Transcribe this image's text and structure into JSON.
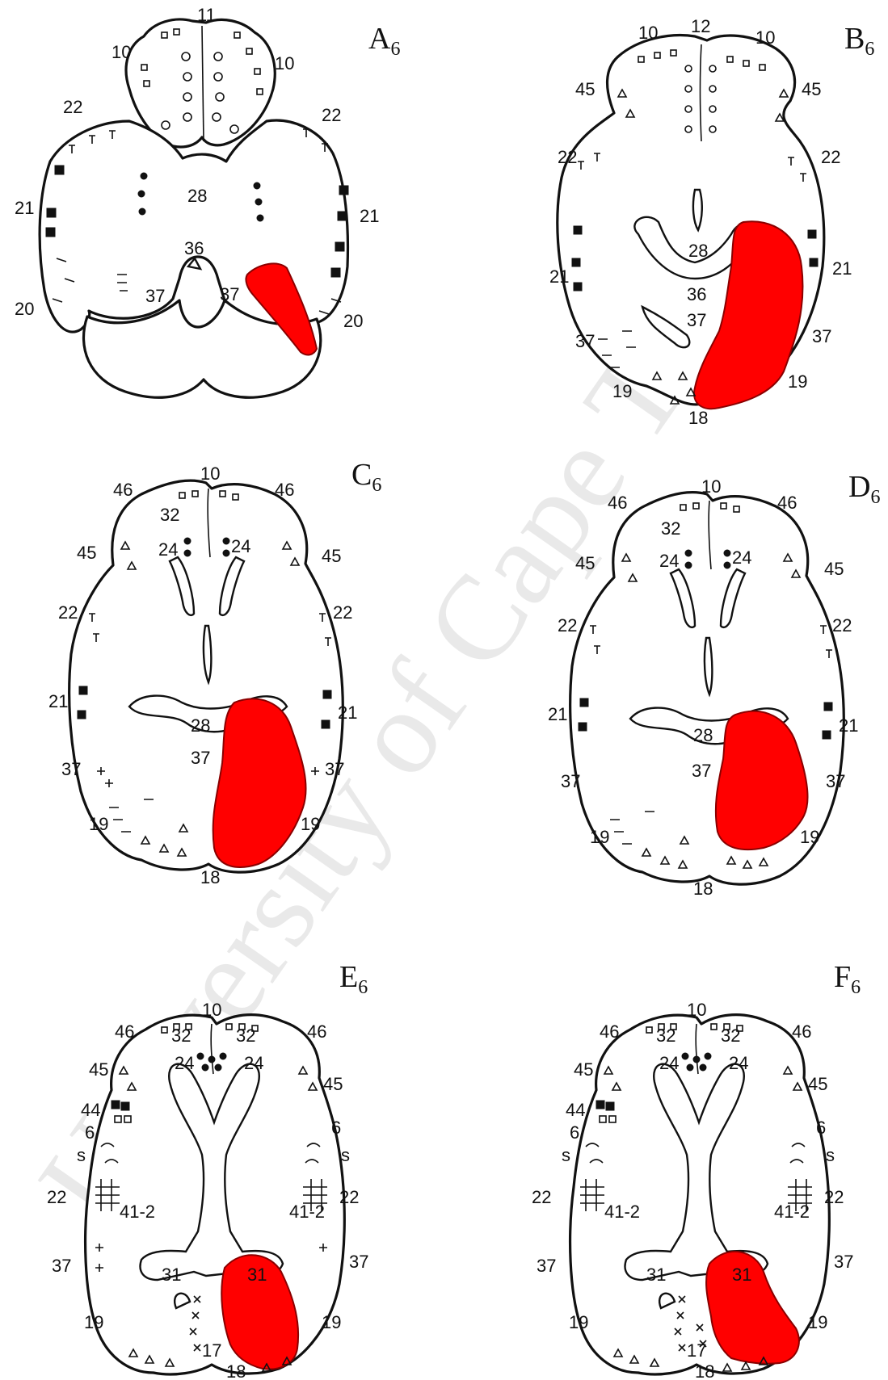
{
  "colors": {
    "lesion": "#ff0000",
    "line": "#111111",
    "background": "#ffffff"
  },
  "panels": [
    {
      "letter": "A",
      "sub": "6",
      "labels": [
        "11",
        "10",
        "10",
        "22",
        "22",
        "28",
        "21",
        "21",
        "36",
        "20",
        "37",
        "37",
        "20"
      ]
    },
    {
      "letter": "B",
      "sub": "6",
      "labels": [
        "10",
        "12",
        "10",
        "45",
        "45",
        "22",
        "22",
        "28",
        "21",
        "21",
        "36",
        "37",
        "37",
        "37",
        "19",
        "19",
        "18"
      ]
    },
    {
      "letter": "C",
      "sub": "6",
      "labels": [
        "10",
        "46",
        "46",
        "32",
        "45",
        "24",
        "24",
        "45",
        "22",
        "22",
        "28",
        "21",
        "21",
        "37",
        "37",
        "37",
        "19",
        "19",
        "18"
      ]
    },
    {
      "letter": "D",
      "sub": "6",
      "labels": [
        "10",
        "46",
        "46",
        "32",
        "45",
        "24",
        "24",
        "45",
        "22",
        "22",
        "28",
        "21",
        "21",
        "37",
        "37",
        "37",
        "19",
        "19",
        "18"
      ]
    },
    {
      "letter": "E",
      "sub": "6",
      "labels": [
        "10",
        "46",
        "46",
        "32",
        "32",
        "45",
        "45",
        "24",
        "24",
        "44",
        "6",
        "6",
        "s",
        "s",
        "22",
        "41-2",
        "41-2",
        "22",
        "37",
        "37",
        "31",
        "31",
        "19",
        "19",
        "17",
        "18"
      ]
    },
    {
      "letter": "F",
      "sub": "6",
      "labels": [
        "10",
        "46",
        "46",
        "32",
        "32",
        "45",
        "45",
        "24",
        "24",
        "44",
        "6",
        "6",
        "s",
        "s",
        "22",
        "41-2",
        "41-2",
        "22",
        "37",
        "37",
        "31",
        "31",
        "19",
        "19",
        "17",
        "18"
      ]
    }
  ],
  "watermark": "University of Cape Town"
}
